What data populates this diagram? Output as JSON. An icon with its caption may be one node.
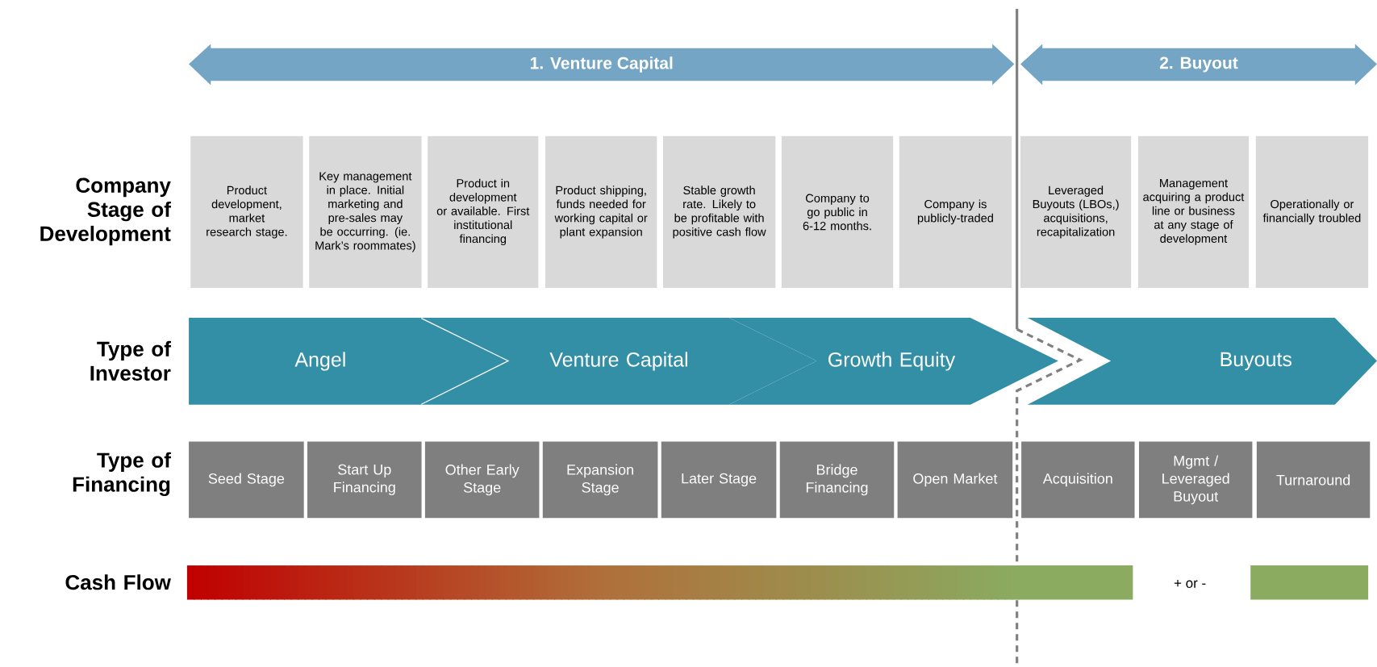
{
  "diagram": {
    "nodes": [
      {
        "text": [
          "1.  Venture Capital"
        ]
      },
      {
        "text": [
          "2.  Buyout"
        ]
      },
      {
        "text": [
          "Product development, market research stage."
        ]
      },
      {
        "text": [
          "Key management in place.  Initial marketing and pre-sales may be occurring. (ie. Mark’s roommates)"
        ]
      },
      {
        "text": [
          "Product in development or available.  First institutional financing"
        ]
      },
      {
        "text": [
          "Product shipping, funds needed for working capital or plant expansion"
        ]
      },
      {
        "text": [
          "Stable growth rate. Likely to be profitable with positive  cash flow"
        ]
      },
      {
        "text": [
          "Company to go public in 6-12 months."
        ]
      },
      {
        "text": [
          "Company is publicly-traded"
        ]
      },
      {
        "text": [
          "Leveraged Buyouts (LBOs,) acquisitions, recapitalization"
        ]
      },
      {
        "text": [
          "Management acquiring a product line or business at any stage of development"
        ]
      },
      {
        "text": [
          "Operationally or financially troubled"
        ]
      },
      {
        "text": [
          "Angel"
        ]
      },
      {
        "text": [
          "Venture Capital"
        ]
      },
      {
        "text": [
          "Growth Equity"
        ]
      },
      {
        "text": [
          "Buyouts"
        ]
      },
      {
        "text": [
          "Seed Stage"
        ]
      },
      {
        "text": [
          "Start Up Financing"
        ]
      },
      {
        "text": [
          "Other Early Stage"
        ]
      },
      {
        "text": [
          "Expansion Stage"
        ]
      },
      {
        "text": [
          "Later Stage"
        ]
      },
      {
        "text": [
          "Bridge Financing"
        ]
      },
      {
        "text": [
          "Open Market"
        ]
      },
      {
        "text": [
          "Acquisition"
        ]
      },
      {
        "text": [
          "Mgmt / Leveraged Buyout"
        ]
      },
      {
        "text": [
          "Turnaround"
        ]
      },
      {
        "text": [],
        "shape": "bar"
      },
      {
        "text": [],
        "shape": "bar"
      }
    ],
    "labels": [
      "Company Stage of Development",
      "Type of Investor",
      "Type of Financing",
      "Cash Flow",
      "+ or -"
    ]
  }
}
